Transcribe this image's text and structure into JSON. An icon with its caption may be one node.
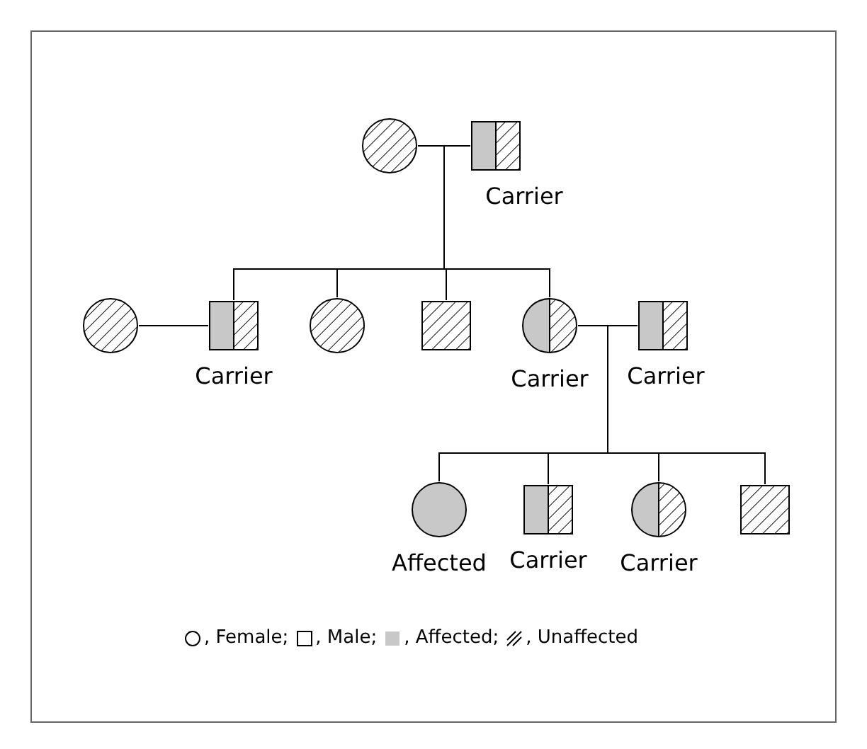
{
  "diagram": {
    "nodes": [
      {
        "text": [],
        "shape": "circle"
      },
      {
        "text": [],
        "shape": "box",
        "beside": [
          "Carrier"
        ]
      },
      {
        "text": [],
        "shape": "circle"
      },
      {
        "text": [],
        "shape": "box",
        "beside": [
          "Carrier"
        ]
      },
      {
        "text": [],
        "shape": "circle"
      },
      {
        "text": [],
        "shape": "box"
      },
      {
        "text": [],
        "shape": "circle",
        "beside": [
          "Carrier"
        ]
      },
      {
        "text": [],
        "shape": "box",
        "beside": [
          "Carrier"
        ]
      },
      {
        "text": [],
        "shape": "circle",
        "beside": [
          "Affected"
        ]
      },
      {
        "text": [],
        "shape": "box",
        "beside": [
          "Carrier"
        ]
      },
      {
        "text": [],
        "shape": "circle",
        "beside": [
          "Carrier"
        ]
      },
      {
        "text": [],
        "shape": "box"
      }
    ],
    "edges": [
      {
        "from": 0,
        "to": 1,
        "arrow": "none"
      },
      {
        "from": 0,
        "to": 3,
        "arrow": "none"
      },
      {
        "from": 0,
        "to": 4,
        "arrow": "none"
      },
      {
        "from": 0,
        "to": 5,
        "arrow": "none"
      },
      {
        "from": 0,
        "to": 6,
        "arrow": "none"
      },
      {
        "from": 1,
        "to": 3,
        "arrow": "none"
      },
      {
        "from": 1,
        "to": 4,
        "arrow": "none"
      },
      {
        "from": 1,
        "to": 5,
        "arrow": "none"
      },
      {
        "from": 1,
        "to": 6,
        "arrow": "none"
      },
      {
        "from": 2,
        "to": 3,
        "arrow": "none"
      },
      {
        "from": 6,
        "to": 7,
        "arrow": "none"
      },
      {
        "from": 6,
        "to": 8,
        "arrow": "none"
      },
      {
        "from": 6,
        "to": 9,
        "arrow": "none"
      },
      {
        "from": 6,
        "to": 10,
        "arrow": "none"
      },
      {
        "from": 6,
        "to": 11,
        "arrow": "none"
      },
      {
        "from": 7,
        "to": 8,
        "arrow": "none"
      },
      {
        "from": 7,
        "to": 9,
        "arrow": "none"
      },
      {
        "from": 7,
        "to": 10,
        "arrow": "none"
      },
      {
        "from": 7,
        "to": 11,
        "arrow": "none"
      }
    ],
    "legend": [
      {
        "text": ", Female;"
      },
      {
        "text": ", Male;"
      },
      {
        "text": ", Affected;",
        "color": "#c8c8c8"
      },
      {
        "text": ", Unaffected"
      }
    ]
  }
}
